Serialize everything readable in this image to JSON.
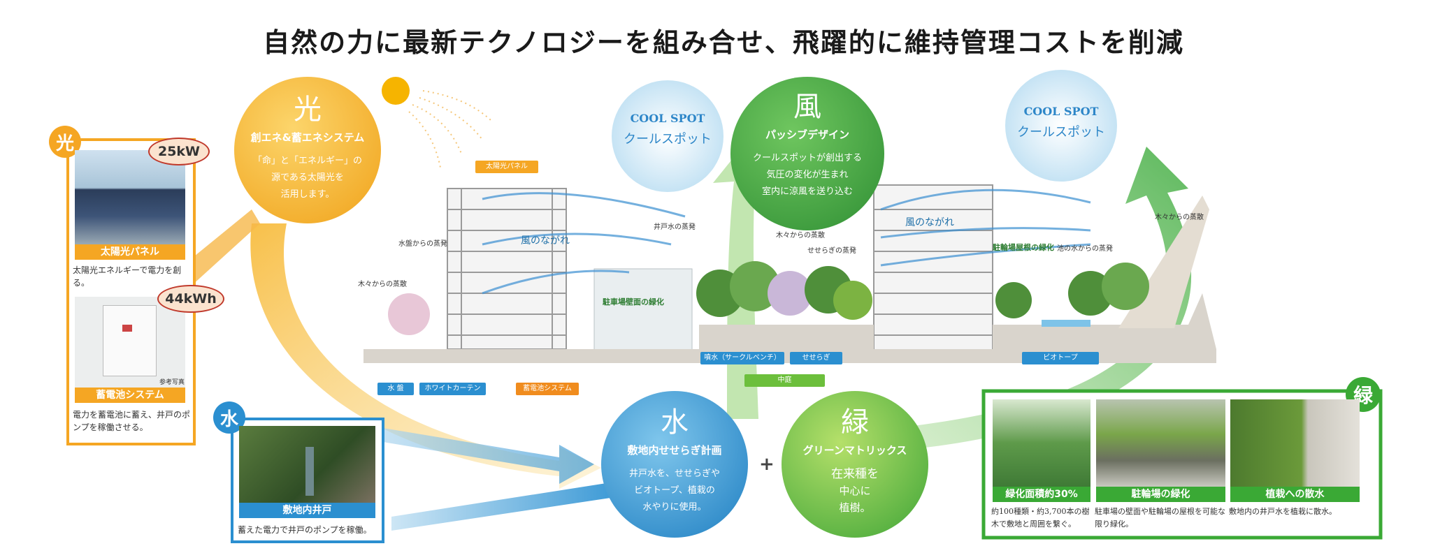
{
  "title": "自然の力に最新テクノロジーを組み合せ、飛躍的に維持管理コストを削減",
  "colors": {
    "light": "#f5a623",
    "water": "#2b8fd0",
    "green": "#3aa935",
    "sun": "#f6b400"
  },
  "light_panel": {
    "tag": "光",
    "solar": {
      "badge": "25kW",
      "caption": "太陽光パネル",
      "desc": "太陽光エネルギーで電力を創る。"
    },
    "battery": {
      "badge": "44kWh",
      "caption": "蓄電池システム",
      "photo_note": "参考写真",
      "desc": "電力を蓄電池に蓄え、井戸のポンプを稼働させる。"
    }
  },
  "water_panel": {
    "tag": "水",
    "caption": "敷地内井戸",
    "desc": "蓄えた電力で井戸のポンプを稼働。"
  },
  "green_panel": {
    "tag": "緑",
    "items": [
      {
        "caption": "緑化面積約30%",
        "desc": "約100種類・約3,700本の樹木で敷地と周囲を繋ぐ。"
      },
      {
        "caption": "駐輪場の緑化",
        "desc": "駐車場の壁面や駐輪場の屋根を可能な限り緑化。"
      },
      {
        "caption": "植栽への散水",
        "desc": "敷地内の井戸水を植栽に散水。"
      }
    ]
  },
  "bubbles": {
    "light": {
      "big": "光",
      "heading": "創エネ&蓄エネシステム",
      "lines": [
        "「命」と「エネルギー」の",
        "源である太陽光を",
        "活用します。"
      ]
    },
    "wind": {
      "big": "風",
      "heading": "パッシブデザイン",
      "lines": [
        "クールスポットが創出する",
        "気圧の変化が生まれ",
        "室内に涼風を送り込む"
      ]
    },
    "water": {
      "big": "水",
      "heading": "敷地内せせらぎ計画",
      "lines": [
        "井戸水を、せせらぎや",
        "ビオトープ、植栽の",
        "水やりに使用。"
      ]
    },
    "green": {
      "big": "緑",
      "heading": "グリーンマトリックス",
      "lines": [
        "在来種を",
        "中心に",
        "植樹。"
      ]
    }
  },
  "plus": "+",
  "cool_spots": [
    {
      "en": "COOL SPOT",
      "jp": "クールスポット"
    },
    {
      "en": "COOL SPOT",
      "jp": "クールスポット"
    }
  ],
  "scene": {
    "flow_left": "風のながれ",
    "flow_right": "風のながれ",
    "labels": {
      "solar_panel": "太陽光パネル",
      "water_vapor": "水盤からの蒸発",
      "tree_vapor_left": "木々からの蒸散",
      "well_vapor": "井戸水の蒸発",
      "parking_green": "駐車場壁面の緑化",
      "tree_vapor_mid": "木々からの蒸散",
      "stream_vapor": "せせらぎの蒸発",
      "bike_roof": "駐輪場屋根の緑化",
      "pond_vapor": "池の水からの蒸発",
      "tree_vapor_right": "木々からの蒸散"
    },
    "chips": {
      "water_basin": "水 盤",
      "white_curtain": "ホワイトカーテン",
      "battery_system": "蓄電池システム",
      "fountain": "噴水（サークルベンチ）",
      "stream": "せせらぎ",
      "courtyard": "中庭",
      "biotope": "ビオトープ"
    }
  }
}
